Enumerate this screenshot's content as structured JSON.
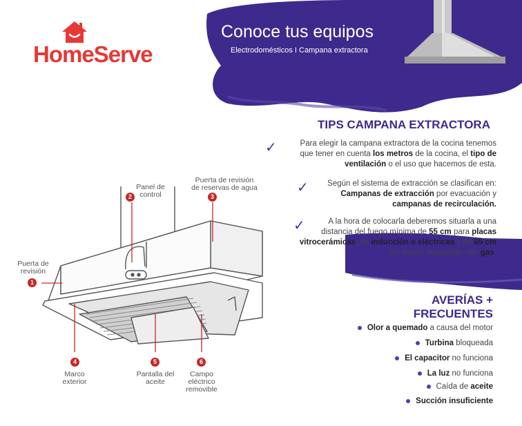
{
  "brand": {
    "name": "HomeServe",
    "color": "#e53935"
  },
  "hero": {
    "title": "Conoce tus equipos",
    "subtitle": "Electrodomésticos I Campana extractora",
    "accent": "#3d2a8c"
  },
  "tips": {
    "title": "TIPS CAMPANA EXTRACTORA",
    "items": [
      {
        "lines": [
          [
            {
              "t": "Para elegir la campana extractora de la cocina tenemos",
              "b": false
            }
          ],
          [
            {
              "t": "que tener en cuenta ",
              "b": false
            },
            {
              "t": "los metros",
              "b": true
            },
            {
              "t": " de la cocina, el ",
              "b": false
            },
            {
              "t": "tipo de",
              "b": true
            }
          ],
          [
            {
              "t": "ventilación",
              "b": true
            },
            {
              "t": " o el uso que hacemos de esta.",
              "b": false
            }
          ]
        ]
      },
      {
        "lines": [
          [
            {
              "t": "Según el sistema de extracción se clasifican en:",
              "b": false
            }
          ],
          [
            {
              "t": "Campanas de extracción",
              "b": true
            },
            {
              "t": " por evacuación y",
              "b": false
            }
          ],
          [
            {
              "t": "campanas de recirculación.",
              "b": true
            }
          ]
        ]
      },
      {
        "lines": [
          [
            {
              "t": "A la hora de colocarla deberemos situarla a una",
              "b": false
            }
          ],
          [
            {
              "t": "distancia del fuego mínima de ",
              "b": false
            },
            {
              "t": "55 cm",
              "b": true
            },
            {
              "t": " para ",
              "b": false
            },
            {
              "t": "placas",
              "b": true
            }
          ],
          [
            {
              "t": "vitrocerámicas",
              "b": true
            },
            {
              "t": ", de ",
              "b": false
            },
            {
              "t": "inducción o eléctricas",
              "b": true
            },
            {
              "t": " y de ",
              "b": false
            },
            {
              "t": "65 cm",
              "b": true
            }
          ],
          [
            {
              "t": "en placas equipadas con ",
              "b": false
            },
            {
              "t": "gas",
              "b": true
            },
            {
              "t": ".",
              "b": false
            }
          ]
        ]
      }
    ]
  },
  "averias": {
    "title_line1": "AVERÍAS +",
    "title_line2": "FRECUENTES",
    "items": [
      [
        {
          "t": "Olor a quemado",
          "b": true
        },
        {
          "t": " a causa del motor",
          "b": false
        }
      ],
      [
        {
          "t": "Turbina",
          "b": true
        },
        {
          "t": " bloqueada",
          "b": false
        }
      ],
      [
        {
          "t": "El capacitor",
          "b": true
        },
        {
          "t": " no funciona",
          "b": false
        }
      ],
      [
        {
          "t": "La luz",
          "b": true
        },
        {
          "t": " no funciona",
          "b": false
        }
      ],
      [
        {
          "t": "Caída de ",
          "b": false
        },
        {
          "t": "aceite",
          "b": true
        }
      ],
      [
        {
          "t": "Succión insuficiente",
          "b": true
        }
      ]
    ]
  },
  "diagram": {
    "labels": [
      {
        "num": "1",
        "line1": "Puerta de",
        "line2": "revisión"
      },
      {
        "num": "2",
        "line1": "Panel de",
        "line2": "control"
      },
      {
        "num": "3",
        "line1": "Puerta de revisión",
        "line2": "de reservas de agua"
      },
      {
        "num": "4",
        "line1": "Marco",
        "line2": "exterior"
      },
      {
        "num": "5",
        "line1": "Pantalla del",
        "line2": "aceite"
      },
      {
        "num": "6",
        "line1": "Campo",
        "line2": "eléctrico",
        "line3": "removible"
      }
    ]
  }
}
